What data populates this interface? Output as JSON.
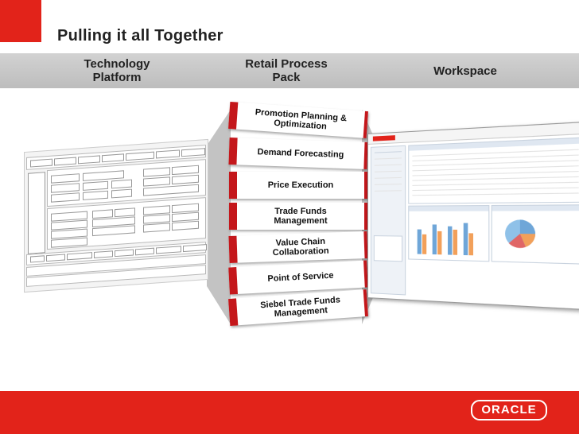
{
  "slide": {
    "title": "Pulling it all Together",
    "columns": [
      {
        "line1": "Technology",
        "line2": "Platform"
      },
      {
        "line1": "Retail Process",
        "line2": "Pack"
      },
      {
        "line1": "Workspace",
        "line2": ""
      }
    ],
    "cards": [
      {
        "line1": "Promotion Planning &",
        "line2": "Optimization"
      },
      {
        "line1": "Demand Forecasting",
        "line2": ""
      },
      {
        "line1": "Price Execution",
        "line2": ""
      },
      {
        "line1": "Trade Funds",
        "line2": "Management"
      },
      {
        "line1": "Value Chain",
        "line2": "Collaboration"
      },
      {
        "line1": "Point of Service",
        "line2": ""
      },
      {
        "line1": "Siebel Trade Funds",
        "line2": "Management"
      }
    ],
    "footer_logo": "ORACLE"
  },
  "colors": {
    "oracle_red": "#e2231a",
    "card_red": "#c4171b",
    "band_gray": "#c8c8c8"
  }
}
